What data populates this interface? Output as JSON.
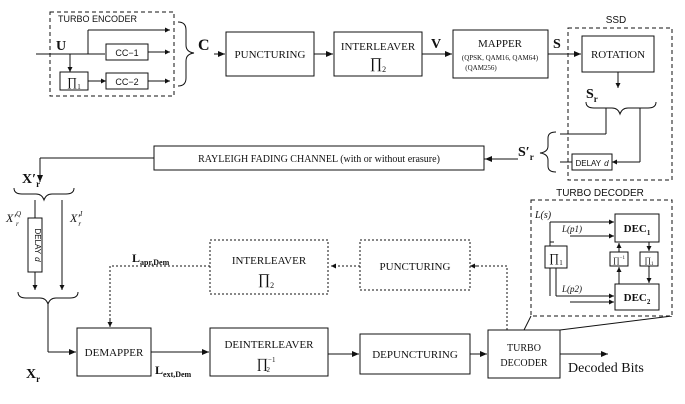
{
  "encoder": {
    "title": "TURBO ENCODER",
    "input": "U",
    "cc1": "CC−1",
    "cc2": "CC−2",
    "pi1": "∏",
    "pi1_sub": "1"
  },
  "signals": {
    "c": "C",
    "v": "V",
    "s": "S",
    "sr": "S",
    "sr_sub": "r",
    "srp": "S′",
    "srp_sub": "r",
    "xrp": "X′",
    "xrp_sub": "r",
    "xrq": "X′",
    "xrq_sup": "Q",
    "xrq_sub": "r",
    "xri": "X′",
    "xri_sup": "I",
    "xri_sub": "r",
    "xr": "X",
    "xr_sub": "r",
    "lapr": "L",
    "lapr_sub": "apr,Dem",
    "lext": "L",
    "lext_sub": "ext,Dem",
    "decoded": "Decoded Bits"
  },
  "blocks": {
    "puncturing": "PUNCTURING",
    "interleaver": "INTERLEAVER",
    "interleaver_pi": "∏",
    "interleaver_sub": "2",
    "mapper": "MAPPER",
    "mapper_line1": "(QPSK, QAM16, QAM64)",
    "mapper_line2": "(QAM256)",
    "rayleigh": "RAYLEIGH FADING CHANNEL (with or without erasure)",
    "delay": "DELAY",
    "delay_var": "d",
    "demapper": "DEMAPPER",
    "deinterleaver": "DEINTERLEAVER",
    "deinterleaver_pi": "∏",
    "deinterleaver_sub": "2",
    "deinterleaver_sup": "−1",
    "depuncturing": "DEPUNCTURING",
    "turbo_decoder_1": "TURBO",
    "turbo_decoder_2": "DECODER",
    "fb_interleaver": "INTERLEAVER",
    "fb_interleaver_pi": "∏",
    "fb_interleaver_sub": "2",
    "fb_puncturing": "PUNCTURING"
  },
  "ssd": {
    "title": "SSD",
    "rotation": "ROTATION",
    "delay": "DELAY",
    "delay_var": "d"
  },
  "decoder": {
    "title": "TURBO DECODER",
    "ls": "L(s)",
    "lp1": "L(p1)",
    "lp2": "L(p2)",
    "dec": "DEC",
    "dec1_sub": "1",
    "dec2_sub": "2",
    "pi": "∏",
    "pi_sub": "1",
    "pi_inv_sup": "−1"
  }
}
